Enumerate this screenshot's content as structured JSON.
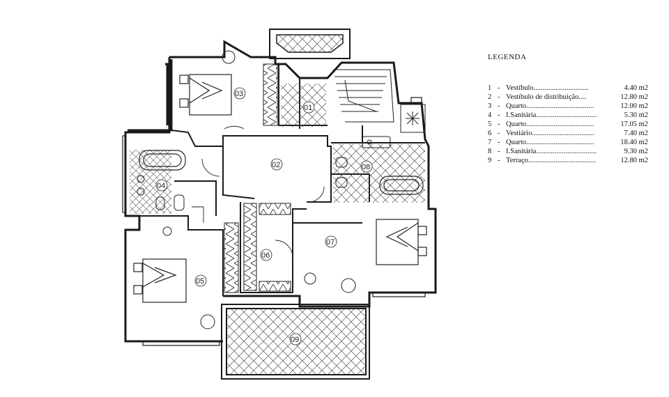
{
  "legend": {
    "title": "LEGENDA",
    "items": [
      {
        "num": "1",
        "name": "Vestíbulo..............................",
        "area": "4.40 m2"
      },
      {
        "num": "2",
        "name": "Vestíbulo de distribuição....",
        "area": "12.80 m2"
      },
      {
        "num": "3",
        "name": "Quarto.....................................",
        "area": "12.00 m2"
      },
      {
        "num": "4",
        "name": "I.Sanitária.................................",
        "area": "5.30 m2"
      },
      {
        "num": "5",
        "name": "Quarto.....................................",
        "area": "17.05 m2"
      },
      {
        "num": "6",
        "name": "Vestiário..................................",
        "area": "7.40 m2"
      },
      {
        "num": "7",
        "name": "Quarto.....................................",
        "area": "18.40 m2"
      },
      {
        "num": "8",
        "name": "I.Sanitária.................................",
        "area": "9.30 m2"
      },
      {
        "num": "9",
        "name": "Terraço.....................................",
        "area": "12.80 m2"
      }
    ]
  },
  "plan": {
    "room_labels": [
      "01",
      "02",
      "03",
      "04",
      "05",
      "06",
      "07",
      "08",
      "09"
    ],
    "wall_color": "#1a1a1a",
    "hatch_color": "#444444"
  }
}
